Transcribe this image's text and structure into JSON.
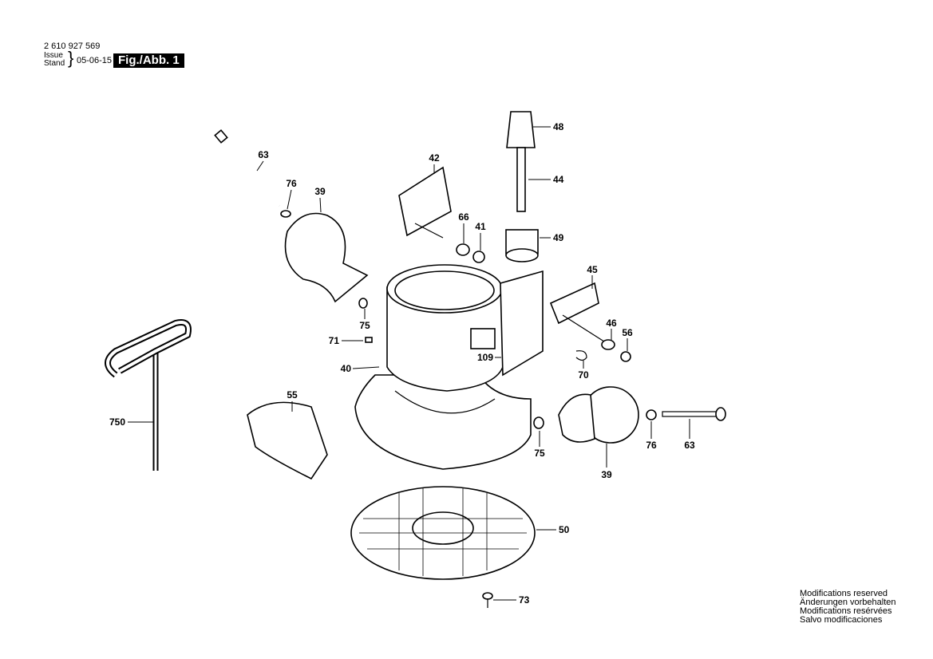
{
  "header": {
    "doc_number": "2 610 927 569",
    "issue_label": "Issue",
    "stand_label": "Stand",
    "date": "05-06-15",
    "figure_label": "Fig./Abb. 1"
  },
  "callouts": [
    "63",
    "76",
    "39",
    "42",
    "48",
    "44",
    "66",
    "41",
    "49",
    "45",
    "46",
    "56",
    "75",
    "71",
    "109",
    "70",
    "40",
    "55",
    "750",
    "75",
    "76",
    "63",
    "39",
    "50",
    "73"
  ],
  "footer": {
    "lines": [
      "Modifications reserved",
      "Änderungen vorbehalten",
      "Modifications resérvées",
      "Salvo modificaciones"
    ]
  }
}
